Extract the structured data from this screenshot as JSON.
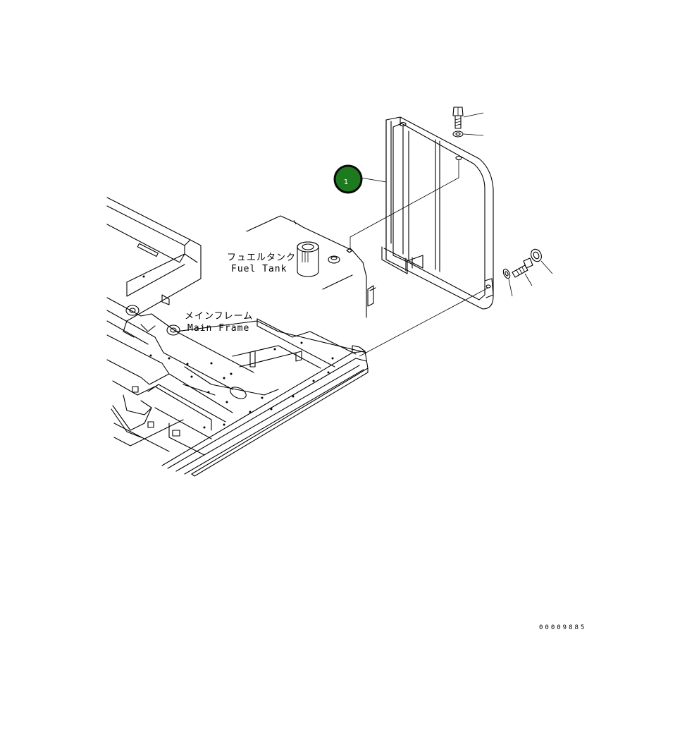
{
  "callout": {
    "number": "1",
    "color": "#1e7a1e",
    "ring_color": "#0a0a0a",
    "text_color": "#ffffff"
  },
  "labels": {
    "fuel_tank_jp": "フュエルタンク",
    "fuel_tank_en": "Fuel Tank",
    "main_frame_jp": "メインフレーム",
    "main_frame_en": "Main Frame"
  },
  "document_number": "00009885",
  "line_color": "#000000",
  "background": "#ffffff"
}
